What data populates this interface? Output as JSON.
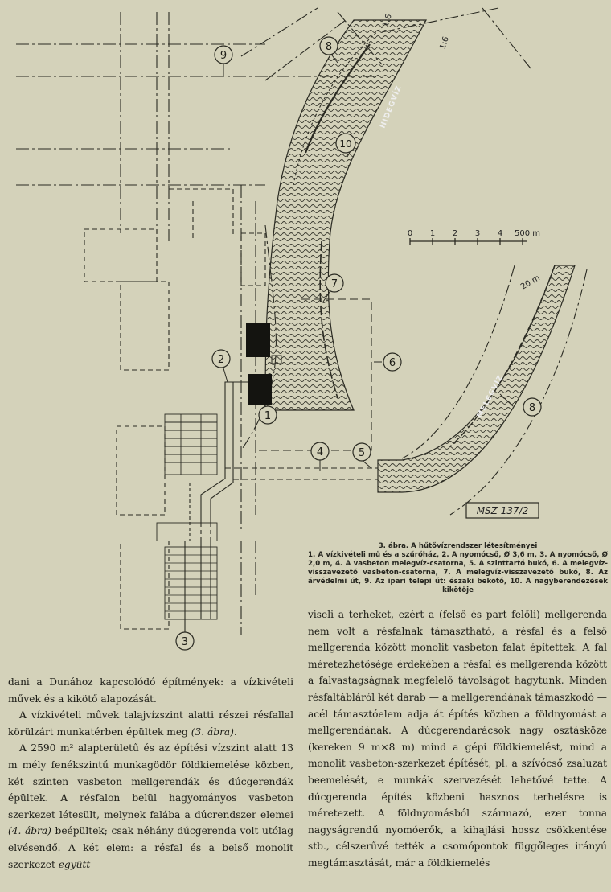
{
  "figure": {
    "stamp": "MSZ 137/2",
    "scale": {
      "ticks": [
        "0",
        "1",
        "2",
        "3",
        "4",
        "500 m"
      ]
    },
    "callouts": [
      "1",
      "2",
      "3",
      "4",
      "5",
      "6",
      "7",
      "8",
      "9",
      "10"
    ],
    "channel_labels": [
      "HIDEGVÍZ",
      "MELEGVÍZ"
    ],
    "dimension_labels": [
      "1:6",
      "1:6",
      "20 m"
    ]
  },
  "caption": {
    "title": "3. ábra. A hűtővízrendszer létesítményei",
    "body": "1. A vízkivételi mű és a szűrőház, 2. A nyomócső, Ø 3,6 m, 3. A nyomócső, Ø 2,0 m, 4. A vasbeton melegvíz-csatorna, 5. A szinttartó bukó, 6. A melegvíz-visszavezető vasbeton-csatorna, 7. A melegvíz-visszavezető bukó, 8. Az árvédelmi út, 9. Az ipari telepi út: északi bekötő, 10. A nagyberendezések kikötője"
  },
  "text": {
    "left": [
      "dani a Dunához kapcsolódó építmények: a vízkivételi művek és a kikötő alapozását.",
      "A vízkivételi művek talajvízszint alatti részei résfallal körülzárt munkatérben épültek meg",
      "(3. ábra).",
      "A 2590 m² alapterületű és az építési vízszint alatt 13 m mély fenékszintű munkagödör földkiemelése közben, két szinten vasbeton mellgerendák és dúcgerendák épültek. A résfalon belül hagyományos vasbeton szerkezet létesült, melynek falába a dúcrendszer elemei",
      "(4. ábra)",
      "beépültek; csak néhány dúcgerenda volt utólag elvésendő. A két elem: a résfal és a belső monolit szerkezet",
      "együtt"
    ],
    "right": [
      "viseli a terheket, ezért a (felső és part felőli) mellgerenda nem volt a résfalnak támasztható, a résfal és a felső mellgerenda között monolit vasbeton falat építettek. A fal méretezhetősége érdekében a résfal és mellgerenda között a falvastagságnak megfelelő távolságot hagytunk. Minden résfaltábláról két darab — a mellgerendának támaszkodó — acél támasztóelem adja át építés közben a földnyomást a mellgerendának. A dúcgerendarácsok nagy osztásköze (kereken 9 m×8 m) mind a gépi földkiemelést, mind a monolit vasbeton-szerkezet építését, pl. a szívócső zsaluzat beemelését, e munkák szervezését lehetővé tette. A dúcgerenda építés közbeni hasznos terhelésre is méretezett. A földnyomásból származó, ezer tonna nagyságrendű nyomóerők, a kihajlási hossz csökkentése stb., célszerűvé tették a csomópontok függőleges irányú megtámasztását, már a földkiemelés"
    ]
  }
}
